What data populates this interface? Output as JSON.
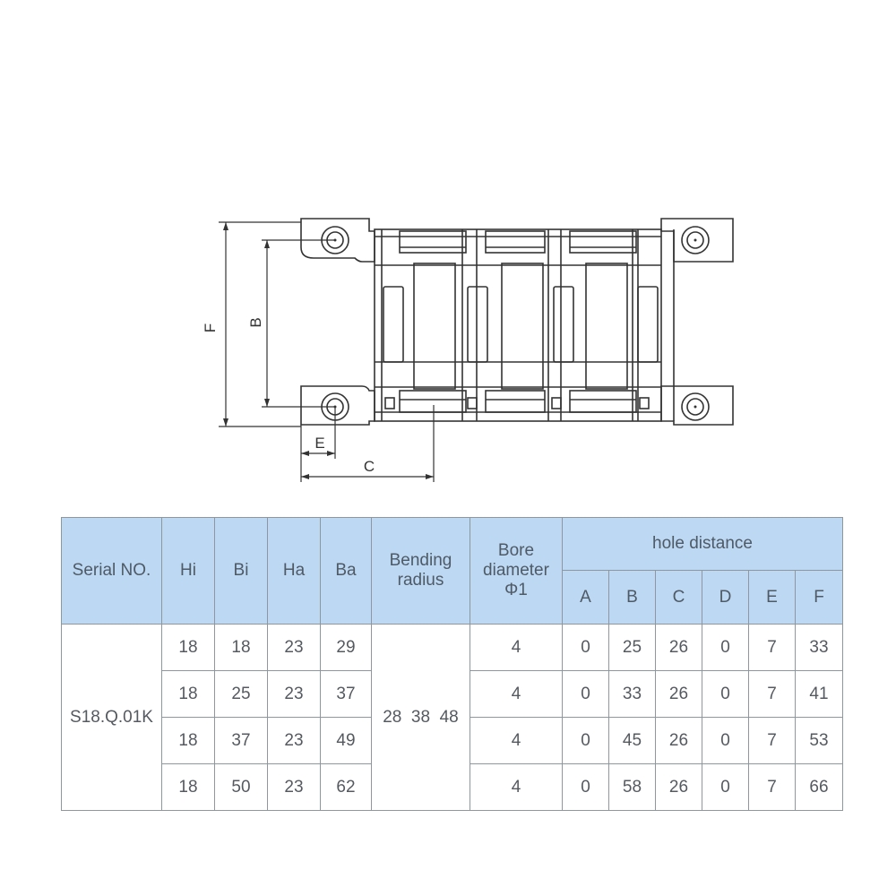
{
  "drawing": {
    "dimension_labels": {
      "F": "F",
      "B": "B",
      "E": "E",
      "C": "C"
    }
  },
  "table": {
    "headers": {
      "serial": "Serial NO.",
      "hi": "Hi",
      "bi": "Bi",
      "ha": "Ha",
      "ba": "Ba",
      "bending_radius": "Bending radius",
      "bore_diameter": "Bore diameter Φ1",
      "hole_distance": "hole distance",
      "hole_cols": [
        "A",
        "B",
        "C",
        "D",
        "E",
        "F"
      ]
    },
    "serial_no": "S18.Q.01K",
    "bending_radius": "28  38  48",
    "rows": [
      {
        "hi": "18",
        "bi": "18",
        "ha": "23",
        "ba": "29",
        "bore": "4",
        "holes": [
          "0",
          "25",
          "26",
          "0",
          "7",
          "33"
        ]
      },
      {
        "hi": "18",
        "bi": "25",
        "ha": "23",
        "ba": "37",
        "bore": "4",
        "holes": [
          "0",
          "33",
          "26",
          "0",
          "7",
          "41"
        ]
      },
      {
        "hi": "18",
        "bi": "37",
        "ha": "23",
        "ba": "49",
        "bore": "4",
        "holes": [
          "0",
          "45",
          "26",
          "0",
          "7",
          "53"
        ]
      },
      {
        "hi": "18",
        "bi": "50",
        "ha": "23",
        "ba": "62",
        "bore": "4",
        "holes": [
          "0",
          "58",
          "26",
          "0",
          "7",
          "66"
        ]
      }
    ]
  }
}
